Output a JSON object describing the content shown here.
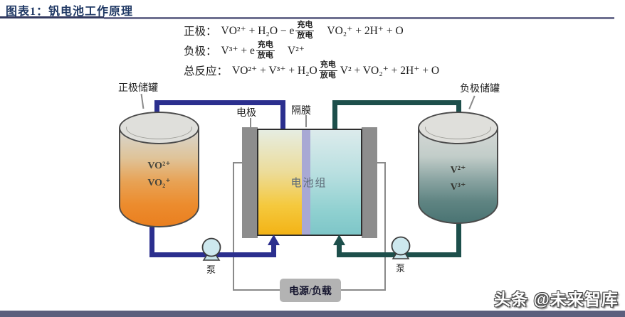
{
  "header": {
    "title": "图表1：钒电池工作原理"
  },
  "equations": {
    "rows": [
      {
        "label": "正极：",
        "lhs": "VO²⁺ + H₂O − e",
        "charge": "充电",
        "discharge": "放电",
        "rhs": "VO₂⁺ + 2H⁺ + O"
      },
      {
        "label": "负极：",
        "lhs": "V³⁺ + e",
        "charge": "充电",
        "discharge": "放电",
        "rhs": "V²⁺"
      },
      {
        "label": "总反应：",
        "lhs": "VO²⁺ + V³⁺ + H₂O",
        "charge": "充电",
        "discharge": "放电",
        "rhs": "V² + VO₂⁺ + 2H⁺ + O"
      }
    ]
  },
  "diagram": {
    "left_tank": {
      "label": "正极储罐",
      "species_1": "VO²⁺",
      "species_2": "VO₂⁺"
    },
    "right_tank": {
      "label": "负极储罐",
      "species_1": "V²⁺",
      "species_2": "V³⁺"
    },
    "cell": {
      "label": "电池组",
      "electrode_label": "电极",
      "membrane_label": "隔膜"
    },
    "left_pump": {
      "label": "泵"
    },
    "right_pump": {
      "label": "泵"
    },
    "power": {
      "label": "电源/负载"
    },
    "colors": {
      "title_navy": "#1f3864",
      "pipe_positive_blue": "#2b2f8e",
      "pipe_negative_teal": "#1d4f4b",
      "tank_positive_orange": "#ea7f1f",
      "tank_negative_teal": "#4a7473",
      "membrane_lavender": "#a8a8d4",
      "electrode_gray": "#8d8d8d",
      "power_box_gray": "#b3b3b3",
      "bottom_bar_slate": "#5c5f7d"
    }
  },
  "watermark": {
    "text": "头条 @未来智库"
  }
}
